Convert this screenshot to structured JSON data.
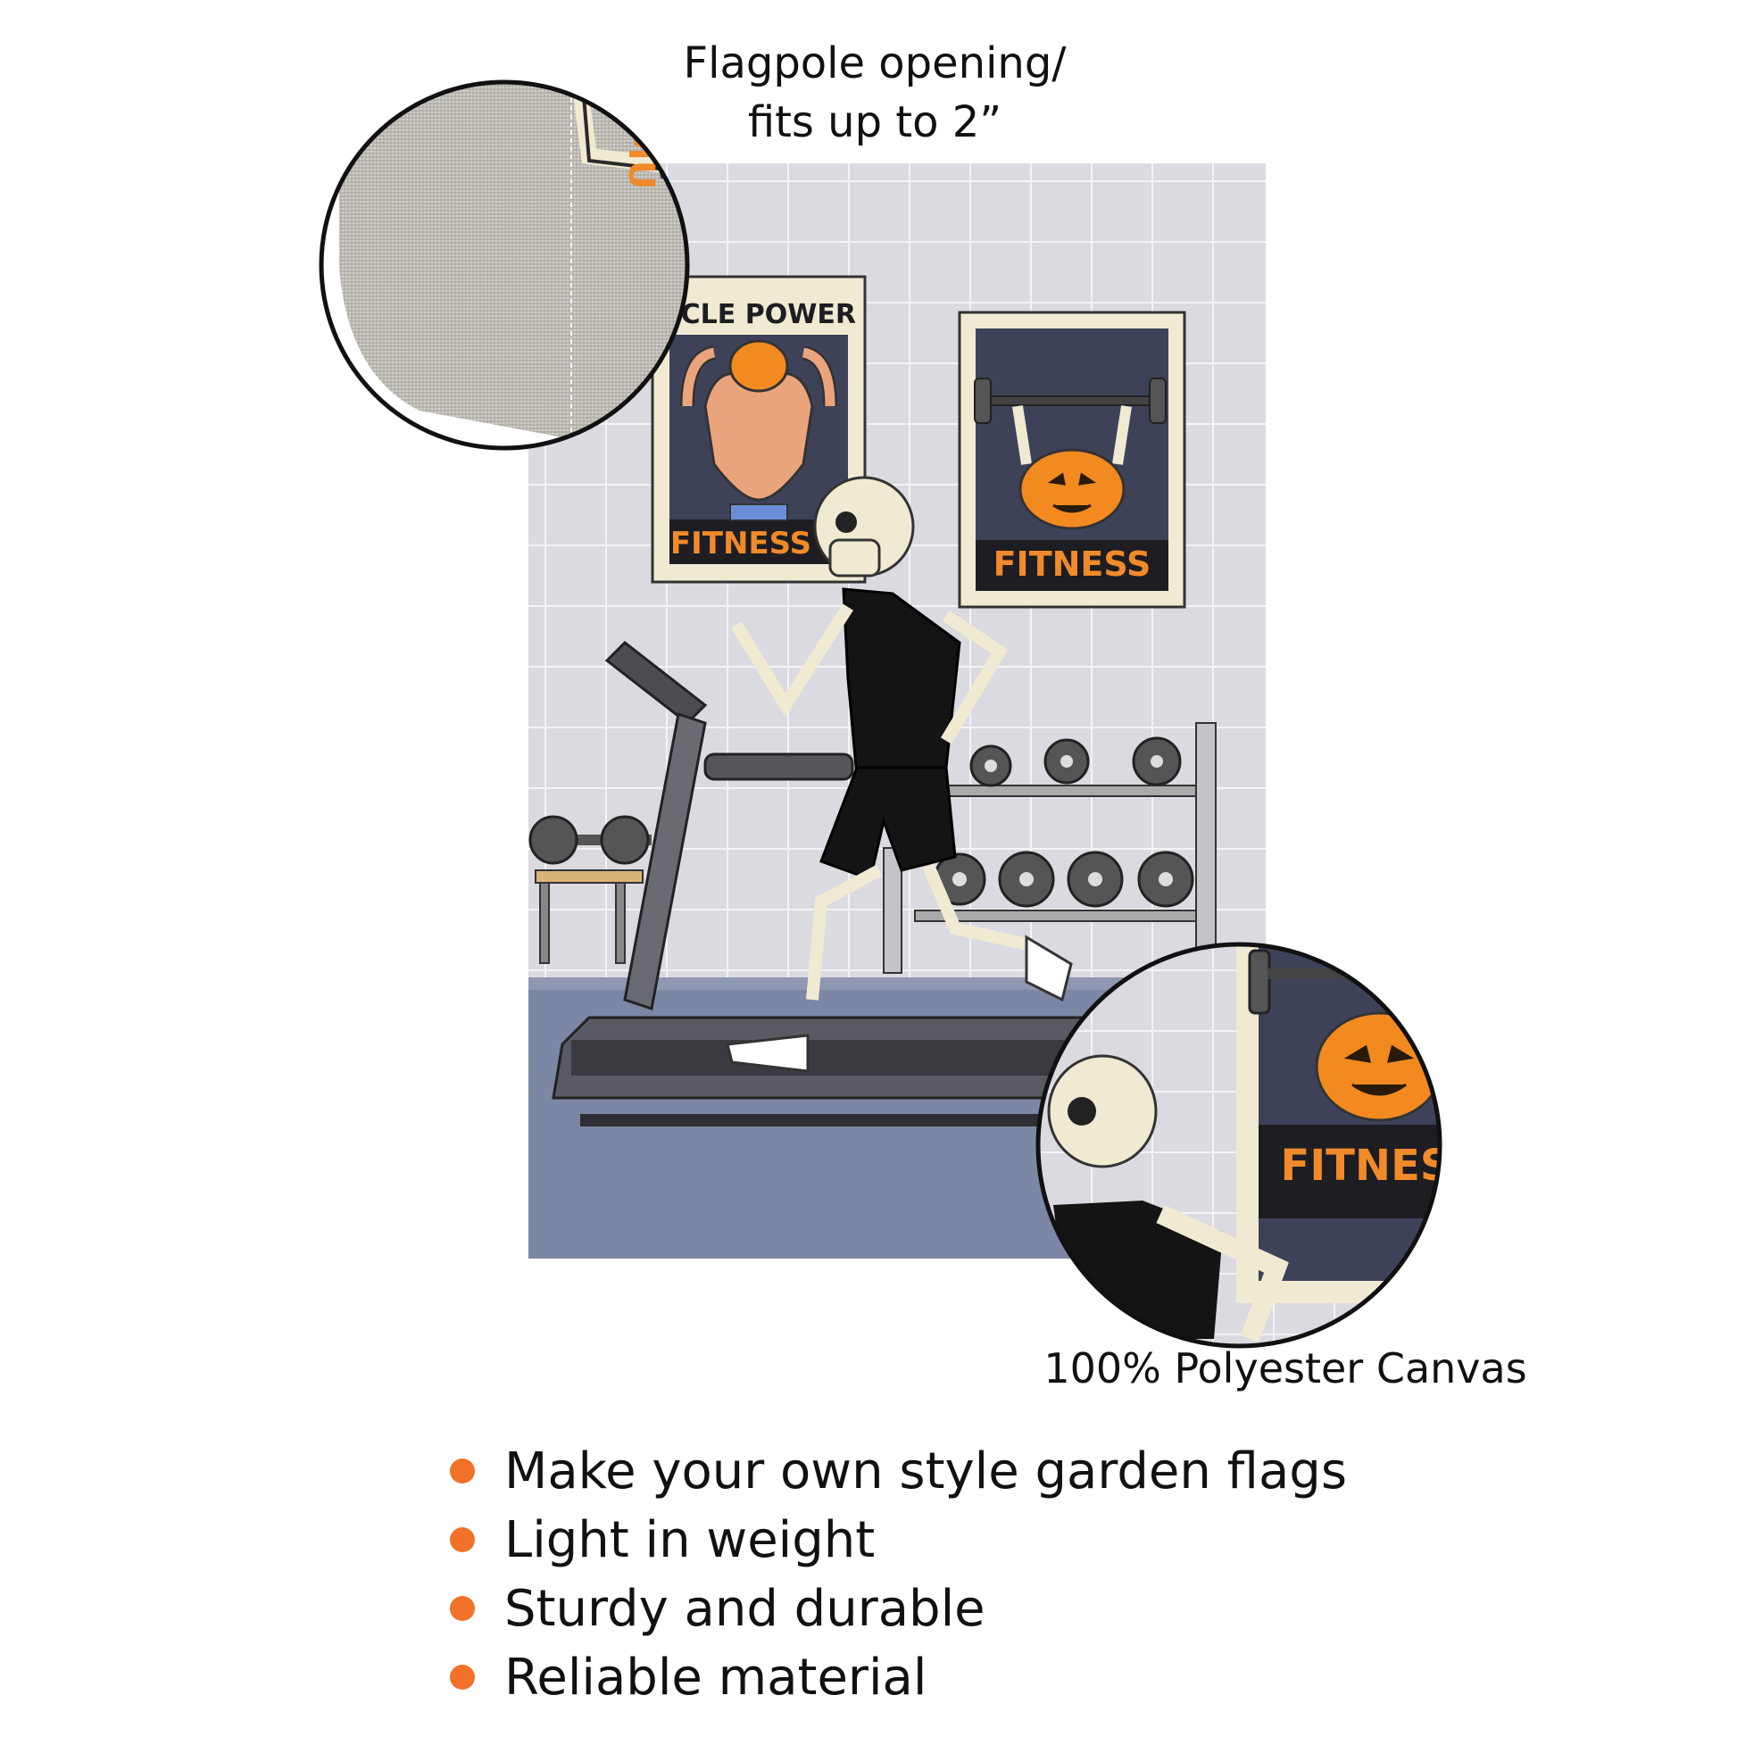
{
  "captions": {
    "flagpole_line1": "Flagpole opening/",
    "flagpole_line2": "fits up to 2”",
    "material": "100% Polyester Canvas"
  },
  "flag": {
    "poster_left_title": "SCLE POWER",
    "poster_left_bottom": "FITNESS",
    "poster_right_bottom": "FITNESS",
    "zoom_poster_text": "FITNES",
    "zoom_corner_fragment": "MU"
  },
  "features": [
    "Make your own style garden flags",
    "Light in weight",
    "Sturdy and durable",
    "Reliable material"
  ],
  "colors": {
    "bullet": "#f07127",
    "poster_bg": "#3e4259",
    "poster_frame": "#f1ead3",
    "poster_text": "#f08a2a",
    "pumpkin": "#f28a1f",
    "wall": "#dcdce2",
    "floor": "#7a86a4"
  },
  "icons": {
    "bullet": "orange-dot-icon"
  }
}
